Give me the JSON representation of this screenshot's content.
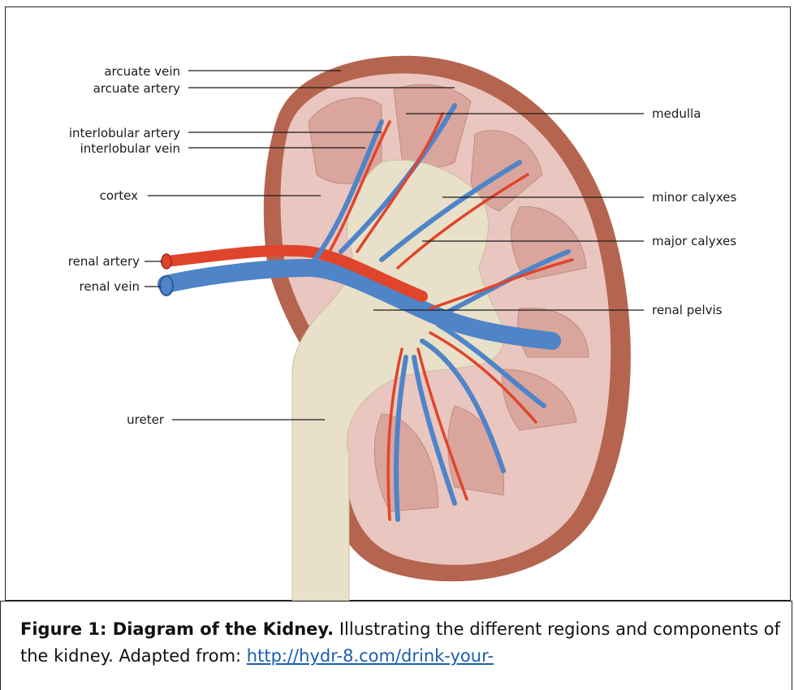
{
  "labels": {
    "arcuate_vein": "arcuate vein",
    "arcuate_artery": "arcuate artery",
    "interlobular_artery": "interlobular artery",
    "interlobular_vein": "interlobular vein",
    "cortex": "cortex",
    "renal_artery": "renal artery",
    "renal_vein": "renal vein",
    "ureter": "ureter",
    "medulla": "medulla",
    "minor_calyxes": "minor calyxes",
    "major_calyxes": "major calyxes",
    "renal_pelvis": "renal pelvis"
  },
  "caption": {
    "title": "Figure 1: Diagram of the Kidney.",
    "text": " Illustrating the different regions and components of the kidney. Adapted from: ",
    "link": "http://hydr-8.com/drink-your-"
  },
  "colors": {
    "capsule": "#b5654f",
    "cortex": "#e9c6bf",
    "medulla": "#d9a59c",
    "pelvis": "#e8e0c8",
    "artery": "#e0442c",
    "vein": "#4f84c8",
    "link": "#1a5fb4"
  }
}
